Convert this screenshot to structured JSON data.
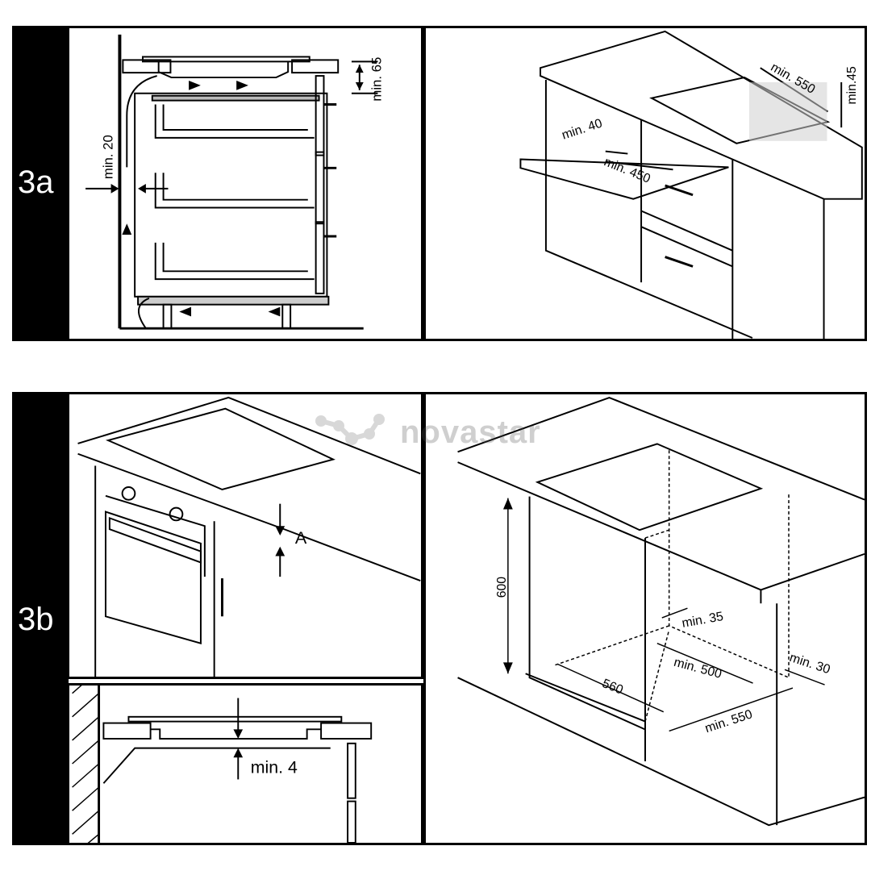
{
  "figures": {
    "fig_3a": {
      "label": "3a",
      "dim_hob_gap": "min. 65",
      "dim_wall_gap": "min. 20",
      "dim_cut_depth": "min. 550",
      "dim_worktop": "min.45",
      "dim_front": "min. 40",
      "dim_cut_width": "min. 450"
    },
    "fig_3b": {
      "label": "3b",
      "dim_a": "A",
      "dim_hob_clearance": "min. 4",
      "dim_height": "600",
      "dim_side": "min. 35",
      "dim_depth": "min. 500",
      "dim_rear": "min. 30",
      "dim_width": "560",
      "dim_width_min": "min. 550"
    }
  },
  "watermark": {
    "text": "novastar"
  },
  "colors": {
    "ink": "#000000",
    "band": "#000000",
    "watermark": "#9a9a9a"
  }
}
